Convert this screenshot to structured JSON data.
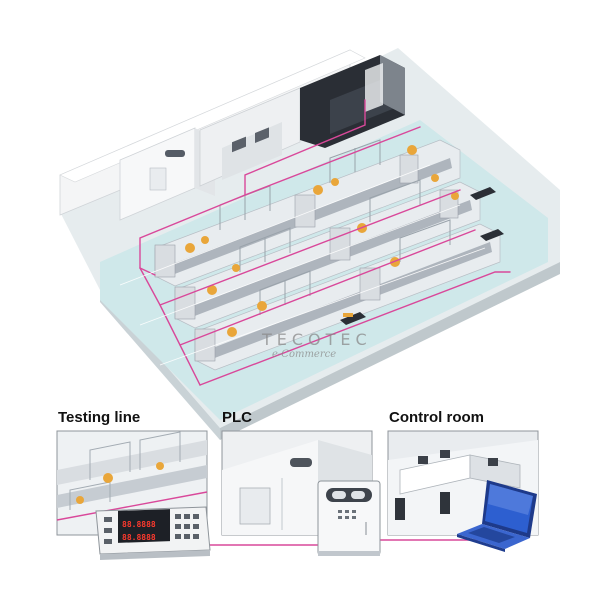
{
  "panels": [
    {
      "label": "Testing line"
    },
    {
      "label": "PLC"
    },
    {
      "label": "Control room"
    }
  ],
  "watermark": {
    "brand": "TECOTEC",
    "sub": "e-Commerce"
  },
  "meter": {
    "display_top": "88.8888",
    "display_bottom": "88.8888"
  },
  "colors": {
    "floor": "#cfe8ea",
    "wall": "#f4f5f6",
    "cable": "#d9489a",
    "laptop": "#2d5fd0",
    "robot": "#e9a63a"
  }
}
